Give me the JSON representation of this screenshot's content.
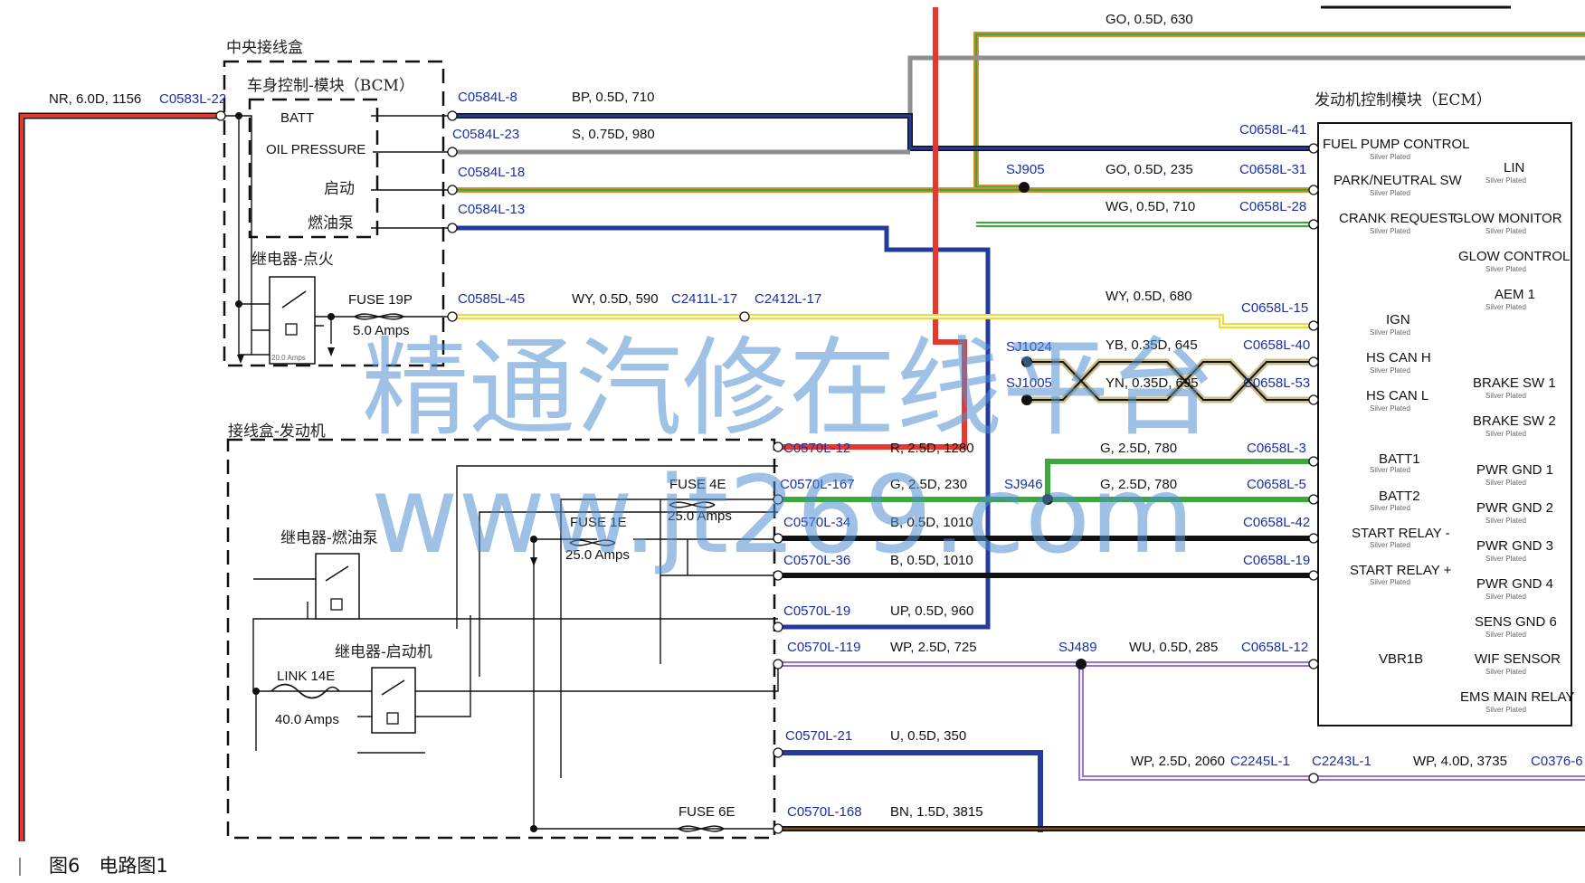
{
  "caption": "图6　电路图1",
  "watermark": {
    "cn": "精通汽修在线平台",
    "url": "www.jt269.com"
  },
  "modules": {
    "central_box": "中央接线盒",
    "bcm": "车身控制-模块（BCM）",
    "ignition_relay": "继电器-点火",
    "engine_box": "接线盒-发动机",
    "fuel_relay": "继电器-燃油泵",
    "starter_relay": "继电器-启动机",
    "ecm": "发动机控制模块（ECM）"
  },
  "bcm_pins": [
    "BATT",
    "OIL PRESSURE",
    "启动",
    "燃油泵"
  ],
  "fuses": [
    {
      "name": "FUSE 19P",
      "rating": "5.0 Amps"
    },
    {
      "name": "FUSE 4E",
      "rating": "25.0 Amps"
    },
    {
      "name": "FUSE 1E",
      "rating": "25.0 Amps"
    },
    {
      "name": "FUSE 6E",
      "rating": ""
    },
    {
      "name": "LINK 14E",
      "rating": "40.0 Amps"
    }
  ],
  "relay_rating": "20.0 Amps",
  "ecm_pins_left": [
    "FUEL PUMP CONTROL",
    "PARK/NEUTRAL SW",
    "CRANK REQUEST",
    "IGN",
    "HS CAN H",
    "HS CAN L",
    "BATT1",
    "BATT2",
    "START RELAY -",
    "START RELAY +",
    "VBR1B"
  ],
  "ecm_pins_right": [
    "LIN",
    "GLOW MONITOR",
    "GLOW CONTROL",
    "AEM 1",
    "BRAKE SW 1",
    "BRAKE SW 2",
    "PWR GND 1",
    "PWR GND 2",
    "PWR GND 3",
    "PWR GND 4",
    "SENS GND 6",
    "WIF SENSOR",
    "EMS MAIN RELAY"
  ],
  "silver_plated": "Silver Plated",
  "wires": {
    "nr": "NR, 6.0D, 1156",
    "nr_conn": "C0583L-22",
    "go_top": "GO, 0.5D, 630",
    "bp_conn": "C0584L-8",
    "bp": "BP, 0.5D, 710",
    "s_conn": "C0584L-23",
    "s": "S, 0.75D, 980",
    "c18": "C0584L-18",
    "c13": "C0584L-13",
    "ecm41": "C0658L-41",
    "sj905": "SJ905",
    "go235": "GO, 0.5D, 235",
    "ecm31": "C0658L-31",
    "wg": "WG, 0.5D, 710",
    "ecm28": "C0658L-28",
    "c45": "C0585L-45",
    "wy590": "WY, 0.5D, 590",
    "c2411": "C2411L-17",
    "c2412": "C2412L-17",
    "wy680": "WY, 0.5D, 680",
    "ecm15": "C0658L-15",
    "sj1024": "SJ1024",
    "yb": "YB, 0.35D, 645",
    "ecm40": "C0658L-40",
    "sj1005": "SJ1005",
    "yn": "YN, 0.35D, 695",
    "ecm53": "C0658L-53",
    "c12": "C0570L-12",
    "r": "R, 2.5D, 1280",
    "g780a": "G, 2.5D, 780",
    "ecm3": "C0658L-3",
    "c167": "C0570L-167",
    "g230": "G, 2.5D, 230",
    "sj946": "SJ946",
    "g780b": "G, 2.5D, 780",
    "ecm5": "C0658L-5",
    "c34": "C0570L-34",
    "b1010a": "B, 0.5D, 1010",
    "ecm42": "C0658L-42",
    "c36": "C0570L-36",
    "b1010b": "B, 0.5D, 1010",
    "ecm19": "C0658L-19",
    "c19": "C0570L-19",
    "up": "UP, 0.5D, 960",
    "c119": "C0570L-119",
    "wp725": "WP, 2.5D, 725",
    "sj489": "SJ489",
    "wu": "WU, 0.5D, 285",
    "ecm12": "C0658L-12",
    "c21": "C0570L-21",
    "u350": "U, 0.5D, 350",
    "wp2060": "WP, 2.5D, 2060",
    "c2245": "C2245L-1",
    "c2243": "C2243L-1",
    "wp3735": "WP, 4.0D, 3735",
    "c0376": "C0376-6",
    "c168": "C0570L-168",
    "bn": "BN, 1.5D, 3815"
  },
  "colors": {
    "red": "#e8372c",
    "green": "#3aa83a",
    "blue": "#233a9e",
    "gray": "#8e8e8e",
    "yellow": "#e9dd3a",
    "orange": "#e98a2a",
    "black": "#111111",
    "tan": "#c9bd8a"
  }
}
